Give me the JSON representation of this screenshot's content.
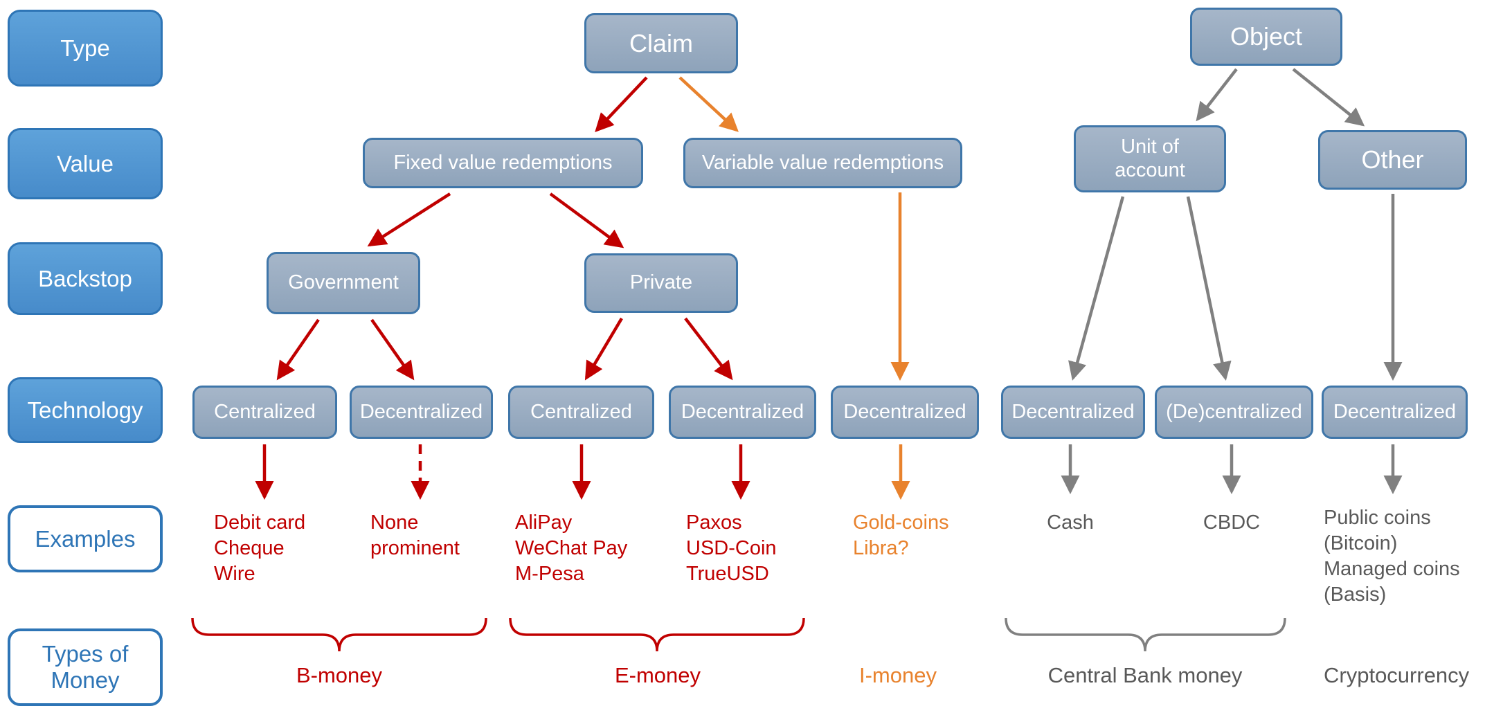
{
  "row_labels": {
    "type": "Type",
    "value": "Value",
    "backstop": "Backstop",
    "technology": "Technology",
    "examples": "Examples",
    "types_of_money": "Types of\nMoney"
  },
  "claim_tree": {
    "root": "Claim",
    "fixed": "Fixed value redemptions",
    "variable": "Variable value redemptions",
    "government": "Government",
    "private": "Private",
    "gov_centralized": "Centralized",
    "gov_decentralized": "Decentralized",
    "priv_centralized": "Centralized",
    "priv_decentralized": "Decentralized",
    "var_decentralized": "Decentralized"
  },
  "object_tree": {
    "root": "Object",
    "unit_of_account": "Unit of\naccount",
    "other": "Other",
    "uoa_decentralized": "Decentralized",
    "uoa_de_centralized": "(De)centralized",
    "other_decentralized": "Decentralized"
  },
  "examples": {
    "b_money_centralized": "Debit card\nCheque\nWire",
    "b_money_decentralized": "None\nprominent",
    "e_money_centralized": "AliPay\nWeChat Pay\nM-Pesa",
    "e_money_decentralized": "Paxos\nUSD-Coin\nTrueUSD",
    "i_money": "Gold-coins\nLibra?",
    "central_bank_cash": "Cash",
    "central_bank_cbdc": "CBDC",
    "crypto": "Public coins\n(Bitcoin)\nManaged coins\n(Basis)"
  },
  "money_types": {
    "b_money": "B-money",
    "e_money": "E-money",
    "i_money": "I-money",
    "central_bank": "Central Bank money",
    "crypto": "Cryptocurrency"
  },
  "colors": {
    "claim_branch_red": "#c00000",
    "i_money_orange": "#e8822d",
    "object_branch_gray": "#808080",
    "row_label_blue": "#4d93d0",
    "row_label_border_blue": "#2e75b6",
    "node_fill": "#97aac0",
    "node_border": "#3f76a9",
    "gray_text": "#595959"
  }
}
